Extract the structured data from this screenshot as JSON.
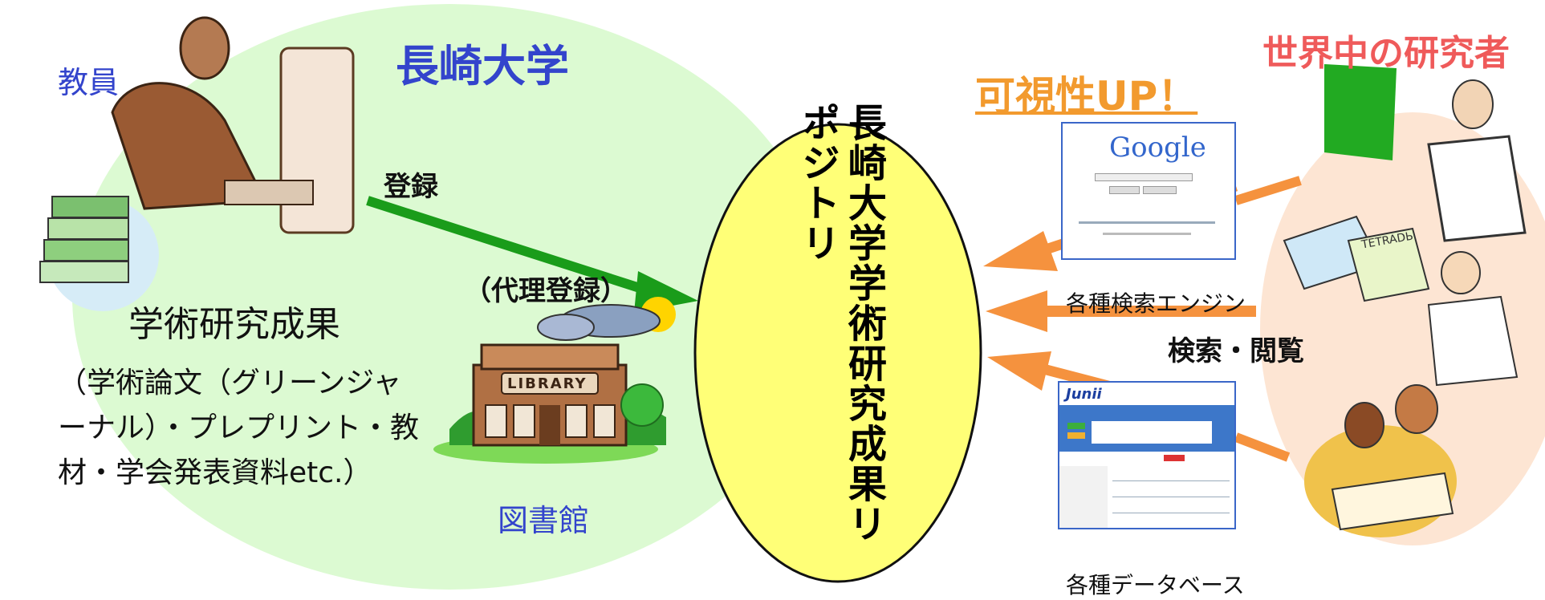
{
  "labels": {
    "university_title": "長崎大学",
    "faculty": "教員",
    "register": "登録",
    "proxy_register": "（代理登録）",
    "research_results": "学術研究成果",
    "research_detail": "（学術論文（グリーンジャーナル）・プレプリント・教材・学会発表資料etc.）",
    "library": "図書館",
    "library_sign": "LIBRARY",
    "repository": "長崎大学学術研究成果リポジトリ",
    "visibility": "可視性UP！",
    "researchers": "世界中の研究者",
    "search_engines": "各種検索エンジン",
    "search_browse": "検索・閲覧",
    "databases": "各種データベース",
    "google_logo": "Google",
    "junii_logo": "Junii",
    "book_label": "TETRADЬ"
  },
  "colors": {
    "left_region": "#dcfad2",
    "right_region": "#fde5d3",
    "repository_fill": "#ffff77",
    "register_arrow": "#1a9c1a",
    "search_arrows": "#f5923e",
    "title_blue": "#3344cc",
    "researchers_red": "#ef5a5a",
    "visibility_orange": "#f29a2e"
  }
}
